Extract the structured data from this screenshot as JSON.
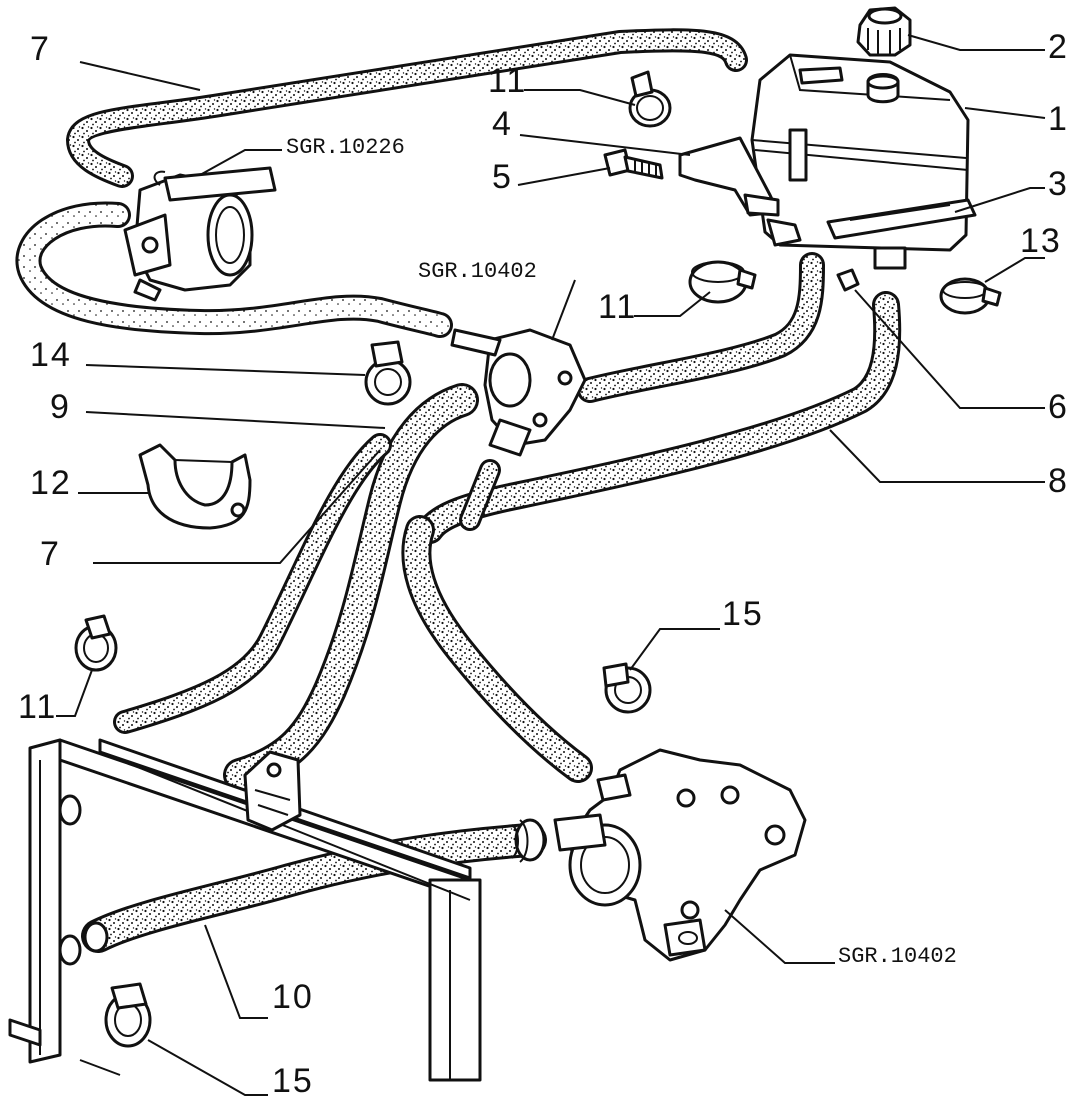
{
  "callouts": {
    "c1": "1",
    "c2": "2",
    "c3": "3",
    "c4": "4",
    "c5": "5",
    "c6": "6",
    "c7a": "7",
    "c7b": "7",
    "c8": "8",
    "c9": "9",
    "c10": "10",
    "c11a": "11",
    "c11b": "11",
    "c11c": "11",
    "c12": "12",
    "c13": "13",
    "c14": "14",
    "c15a": "15",
    "c15b": "15"
  },
  "references": {
    "throttle_body": "SGR.10226",
    "thermostat": "SGR.10402",
    "water_pump": "SGR.10402"
  }
}
